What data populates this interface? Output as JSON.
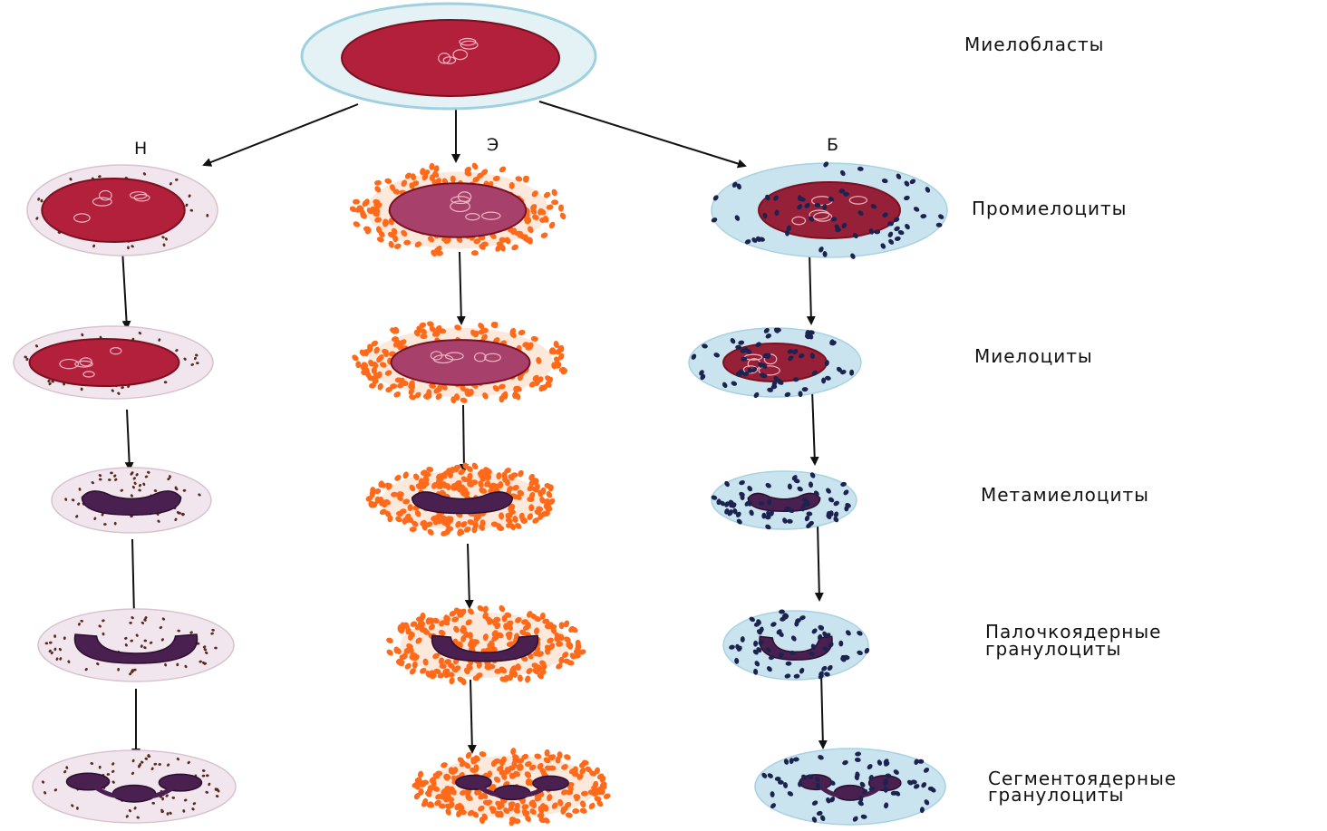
{
  "columns": [
    {
      "id": "n",
      "label": "Н"
    },
    {
      "id": "e",
      "label": "Э"
    },
    {
      "id": "b",
      "label": "Б"
    }
  ],
  "stages": {
    "myeloblast": "Миелобласты",
    "promyelocyte": "Промиелоциты",
    "myelocyte": "Миелоциты",
    "metamyelocyte": "Метамиелоциты",
    "band_line1": "Палочкоядерные",
    "band_line2": "гранулоциты",
    "segmented_line1": "Сегментоядерные",
    "segmented_line2": "гранулоциты"
  },
  "colors": {
    "nucleus_early": "#b3203c",
    "nucleus_late": "#4a2050",
    "neutrophil_cytoplasm": "#f2e6ee",
    "eosinophil_granule": "#ff6a1a",
    "basophil_cytoplasm": "#c9e4ef",
    "basophil_granule": "#1d2350",
    "arrow": "#111111"
  }
}
